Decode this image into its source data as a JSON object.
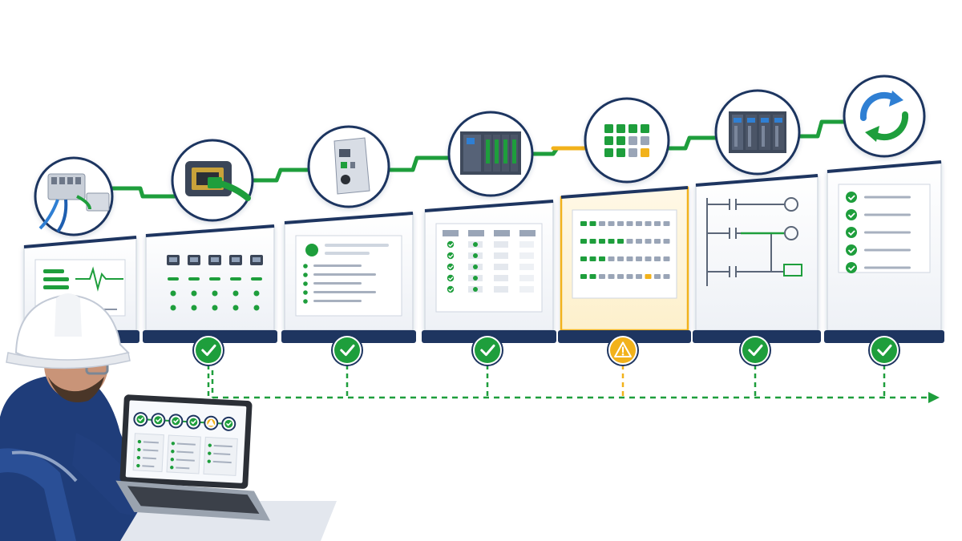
{
  "palette": {
    "green": "#1e9e3c",
    "amber": "#f2b21b",
    "navy": "#1e3560",
    "panel": "#f4f6f9",
    "gray": "#8a94a6",
    "light_gray": "#cfd6e0",
    "blue": "#2f7fd3"
  },
  "stages": [
    {
      "id": "field-wiring",
      "icon": "terminal-block-icon",
      "status": "none",
      "screen": "signal-trace-screen"
    },
    {
      "id": "network-port",
      "icon": "ethernet-port-icon",
      "status": "ok",
      "screen": "port-grid-screen"
    },
    {
      "id": "io-module",
      "icon": "io-module-icon",
      "status": "ok",
      "screen": "configuration-list-screen"
    },
    {
      "id": "plc-rack",
      "icon": "plc-rack-icon",
      "status": "ok",
      "screen": "io-table-screen"
    },
    {
      "id": "io-status",
      "icon": "status-grid-icon",
      "status": "warning",
      "screen": "io-status-matrix-screen"
    },
    {
      "id": "controller-rack",
      "icon": "controller-rack-icon",
      "status": "ok",
      "screen": "ladder-logic-screen"
    },
    {
      "id": "commissioning-complete",
      "icon": "refresh-cycle-icon",
      "status": "ok",
      "screen": "checklist-screen"
    }
  ],
  "laptop": {
    "progress_statuses": [
      "ok",
      "ok",
      "ok",
      "ok",
      "warning",
      "ok"
    ]
  },
  "operator": {
    "icon": "engineer-hard-hat-icon"
  }
}
